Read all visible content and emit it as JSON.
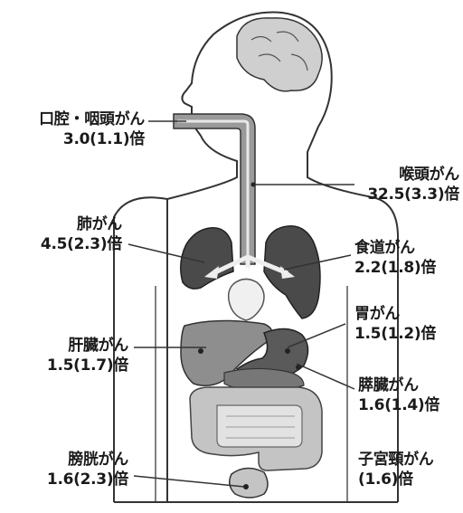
{
  "labels": {
    "oral_pharynx": {
      "name": "口腔・咽頭がん",
      "value": "3.0(1.1)倍"
    },
    "larynx": {
      "name": "喉頭がん",
      "value": "32.5(3.3)倍"
    },
    "lung": {
      "name": "肺がん",
      "value": "4.5(2.3)倍"
    },
    "esophagus": {
      "name": "食道がん",
      "value": "2.2(1.8)倍"
    },
    "liver": {
      "name": "肝臓がん",
      "value": "1.5(1.7)倍"
    },
    "stomach": {
      "name": "胃がん",
      "value": "1.5(1.2)倍"
    },
    "pancreas": {
      "name": "膵臓がん",
      "value": "1.6(1.4)倍"
    },
    "bladder": {
      "name": "膀胱がん",
      "value": "1.6(2.3)倍"
    },
    "cervix": {
      "name": "子宮頸がん",
      "value": "(1.6)倍"
    }
  },
  "colors": {
    "outline": "#333333",
    "organ_dark": "#3a3a3a",
    "organ_mid": "#8a8a8a",
    "organ_light": "#c4c4c4",
    "organ_pale": "#e2e2e2"
  }
}
